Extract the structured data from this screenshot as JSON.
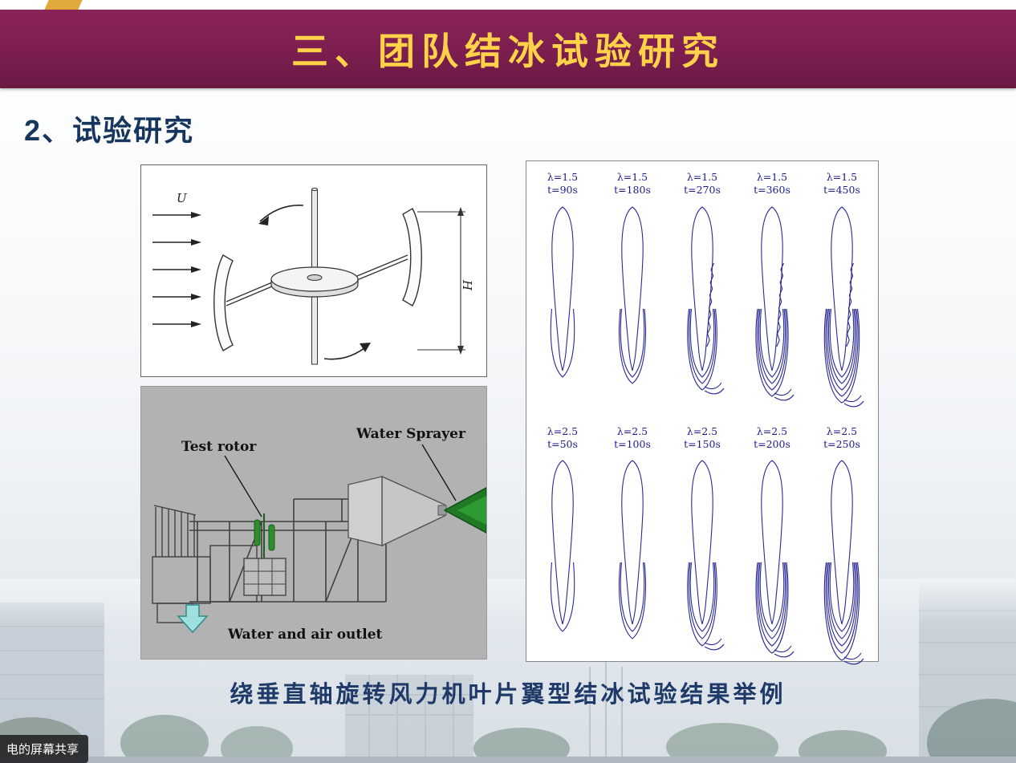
{
  "banner": {
    "title": "三、团队结冰试验研究"
  },
  "section": {
    "title": "2、试验研究"
  },
  "diagram": {
    "wind_label": "U",
    "height_label": "H"
  },
  "rig": {
    "test_rotor": "Test rotor",
    "water_sprayer": "Water Sprayer",
    "outlet": "Water and air outlet"
  },
  "results": {
    "rows": [
      {
        "lambda": "λ=1.5",
        "times": [
          "t=90s",
          "t=180s",
          "t=270s",
          "t=360s",
          "t=450s"
        ]
      },
      {
        "lambda": "λ=2.5",
        "times": [
          "t=50s",
          "t=100s",
          "t=150s",
          "t=200s",
          "t=250s"
        ]
      }
    ]
  },
  "caption": "绕垂直轴旋转风力机叶片翼型结冰试验结果举例",
  "overlay": {
    "screen_share_label": "电的屏幕共享"
  },
  "colors": {
    "banner_bg": "#7b1e4e",
    "banner_text": "#ffd24a",
    "heading": "#17365d",
    "caption": "#1f3a68",
    "airfoil": "#2a2a96"
  }
}
